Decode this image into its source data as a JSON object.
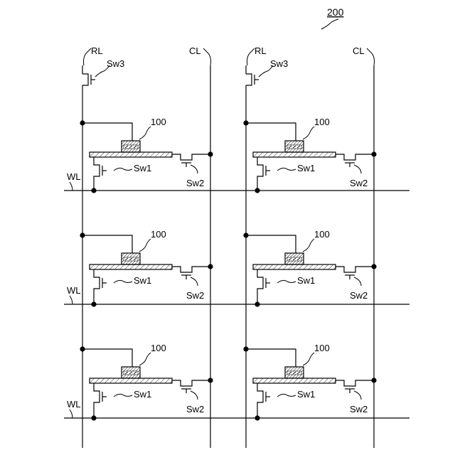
{
  "figure": {
    "number": "200"
  },
  "columns": [
    {
      "rl_label": "RL",
      "cl_label": "CL",
      "sw3_label": "Sw3"
    },
    {
      "rl_label": "RL",
      "cl_label": "CL",
      "sw3_label": "Sw3"
    }
  ],
  "rows": [
    {
      "wl_label": "WL"
    },
    {
      "wl_label": "WL"
    },
    {
      "wl_label": "WL"
    }
  ],
  "cell": {
    "element_label": "100",
    "sw1_label": "Sw1",
    "sw2_label": "Sw2"
  }
}
